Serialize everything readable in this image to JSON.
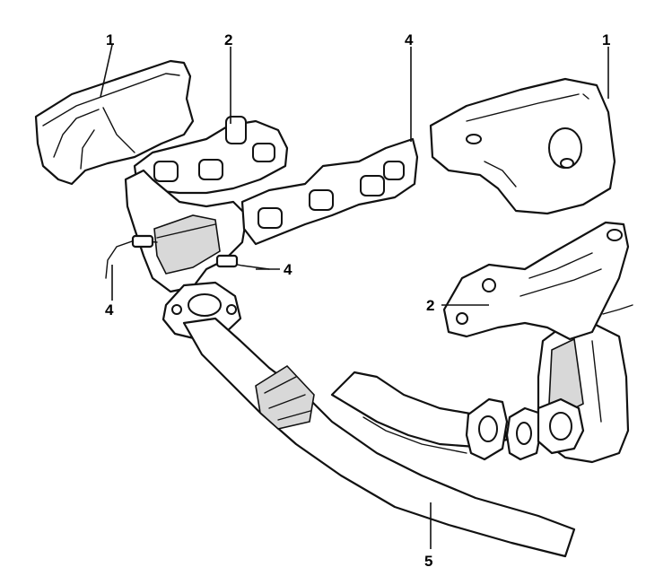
{
  "callouts": [
    {
      "id": "c1a",
      "label": "1"
    },
    {
      "id": "c2a",
      "label": "2"
    },
    {
      "id": "c4a",
      "label": "4"
    },
    {
      "id": "c1b",
      "label": "1"
    },
    {
      "id": "c4b",
      "label": "4"
    },
    {
      "id": "c4c",
      "label": "4"
    },
    {
      "id": "c2b",
      "label": "2"
    },
    {
      "id": "c5",
      "label": "5"
    }
  ]
}
